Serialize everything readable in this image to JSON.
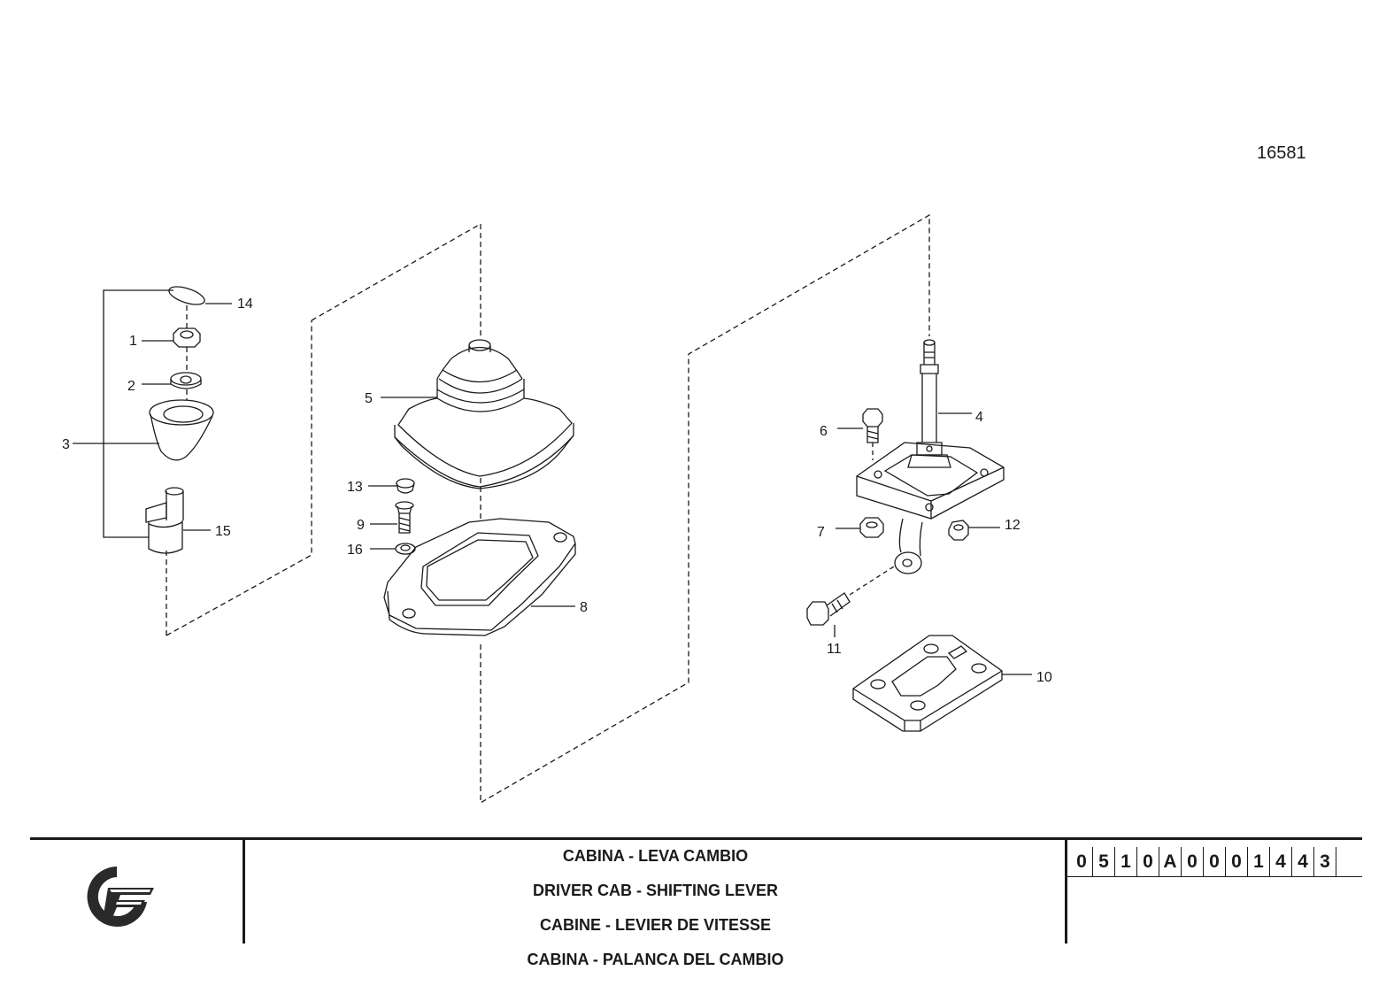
{
  "drawing": {
    "number": "16581",
    "callouts": [
      "14",
      "1",
      "2",
      "3",
      "15",
      "5",
      "13",
      "9",
      "16",
      "8",
      "4",
      "6",
      "7",
      "12",
      "11",
      "10"
    ]
  },
  "title_block": {
    "titles": [
      "CABINA - LEVA CAMBIO",
      "DRIVER CAB - SHIFTING LEVER",
      "CABINE - LEVIER DE VITESSE",
      "CABINA - PALANCA DEL CAMBIO"
    ],
    "code_chars": [
      "0",
      "5",
      "1",
      "0",
      "A",
      "0",
      "0",
      "0",
      "1",
      "4",
      "4",
      "3"
    ],
    "logo_name": "manufacturer-logo"
  }
}
